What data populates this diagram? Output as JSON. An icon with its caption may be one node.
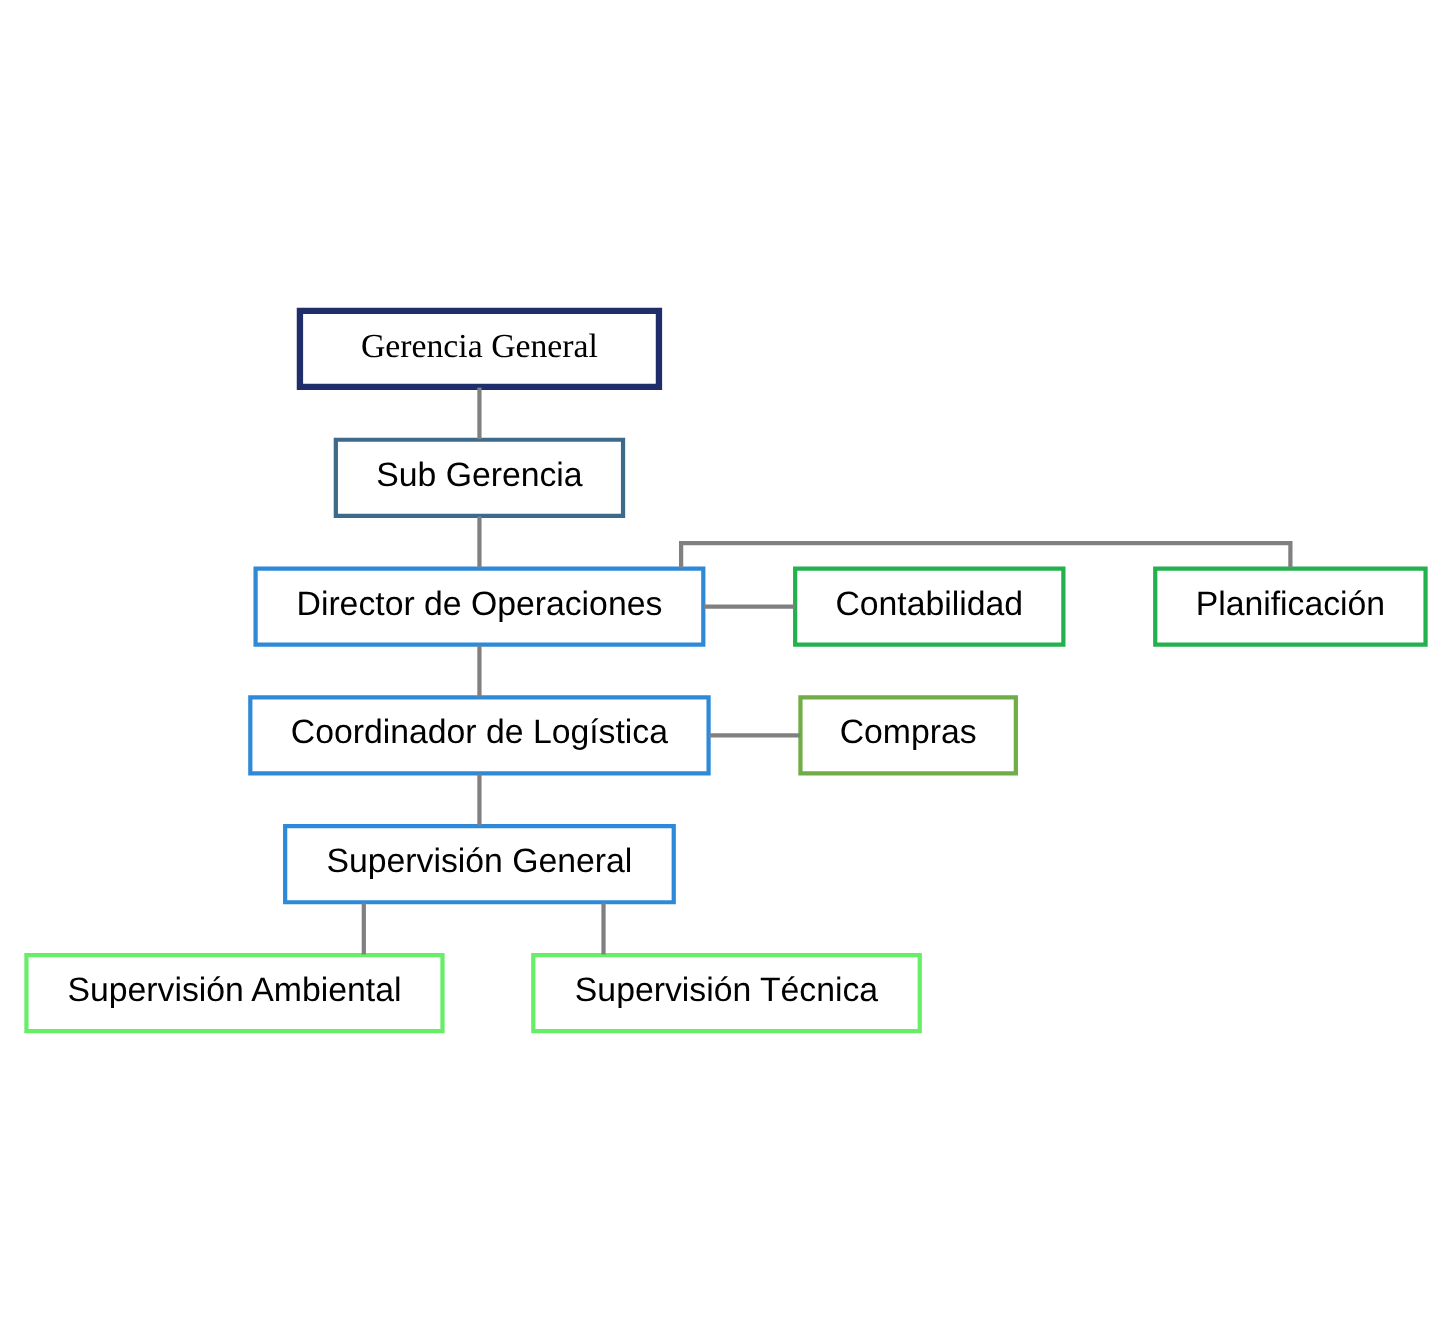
{
  "diagram": {
    "nodes": [
      {
        "text": [
          "Gerencia General"
        ]
      },
      {
        "text": [
          "Sub Gerencia"
        ]
      },
      {
        "text": [
          "Director de Operaciones"
        ]
      },
      {
        "text": [
          "Planificación"
        ]
      },
      {
        "text": [
          "Contabilidad"
        ]
      },
      {
        "text": [
          "Coordinador de Logística"
        ]
      },
      {
        "text": [
          "Compras"
        ]
      },
      {
        "text": [
          "Supervisión General"
        ]
      },
      {
        "text": [
          "Supervisión Ambiental"
        ]
      },
      {
        "text": [
          "Supervisión Técnica"
        ]
      }
    ],
    "edges": [
      {
        "from": 0,
        "to": 1,
        "arrow": "none"
      },
      {
        "from": 1,
        "to": 2,
        "arrow": "none"
      },
      {
        "from": 2,
        "to": 3,
        "arrow": "none"
      },
      {
        "from": 2,
        "to": 4,
        "arrow": "none"
      },
      {
        "from": 2,
        "to": 5,
        "arrow": "none"
      },
      {
        "from": 5,
        "to": 6,
        "arrow": "none"
      },
      {
        "from": 5,
        "to": 7,
        "arrow": "none"
      },
      {
        "from": 7,
        "to": 8,
        "arrow": "none"
      },
      {
        "from": 7,
        "to": 9,
        "arrow": "none"
      }
    ]
  }
}
